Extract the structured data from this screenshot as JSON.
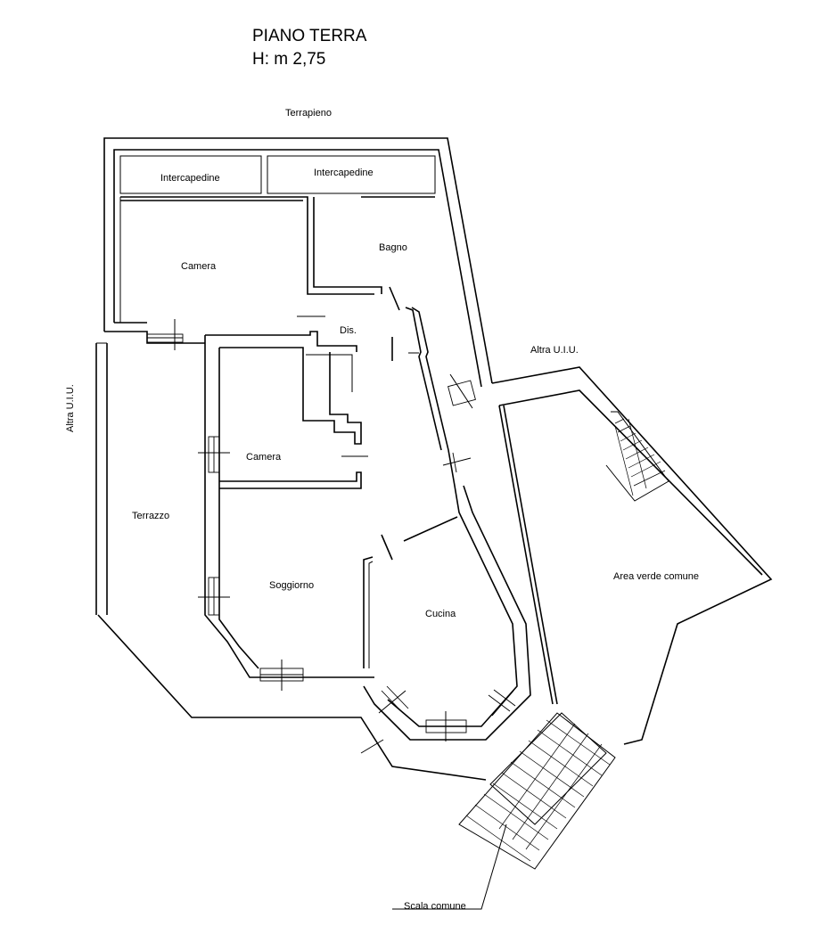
{
  "header": {
    "title": "PIANO TERRA",
    "height_label": "H: m 2,75"
  },
  "labels": {
    "terrapieno": "Terrapieno",
    "intercapedine_left": "Intercapedine",
    "intercapedine_right": "Intercapedine",
    "bagno": "Bagno",
    "camera_top": "Camera",
    "dis": "Dis.",
    "altra_uiu_right": "Altra U.I.U.",
    "altra_uiu_left": "Altra U.I.U.",
    "camera_mid": "Camera",
    "terrazzo": "Terrazzo",
    "area_verde": "Area verde comune",
    "soggiorno": "Soggiorno",
    "cucina": "Cucina",
    "scala_comune": "Scala comune"
  }
}
